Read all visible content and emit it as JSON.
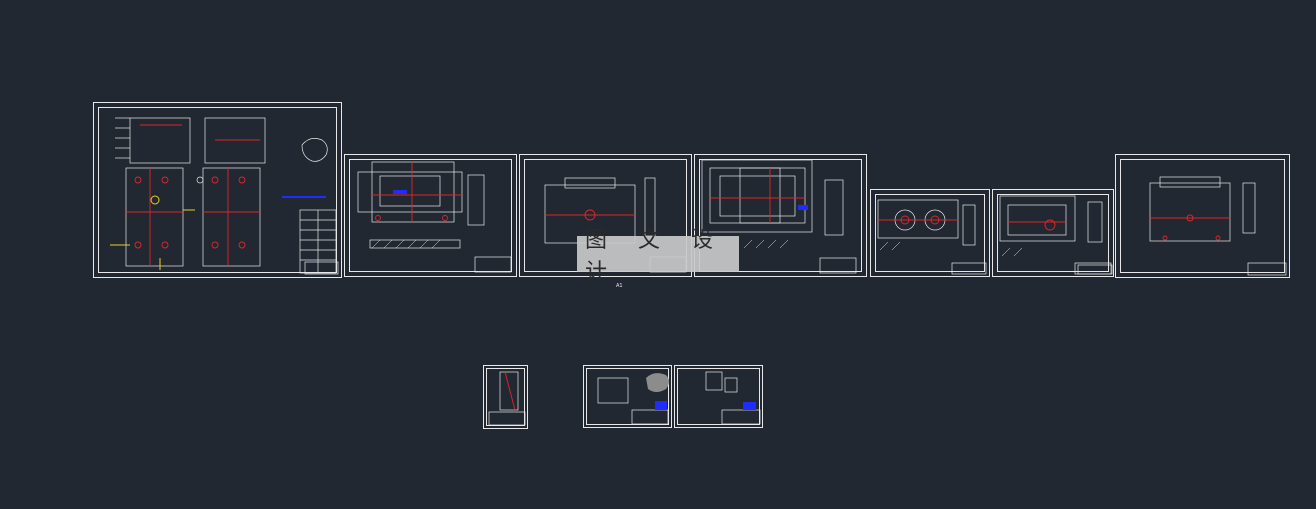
{
  "viewer": {
    "background": "#212831",
    "line_color": "#e8e8e8",
    "accent_red": "#e0262a",
    "accent_blue": "#1f2cff",
    "accent_yellow": "#e6d21e",
    "watermark_text": "图 文 设 计",
    "layout_label": "A1"
  },
  "sheets": [
    {
      "id": "assembly-drawing",
      "type": "assembly"
    },
    {
      "id": "part-drawing-2",
      "type": "part"
    },
    {
      "id": "part-drawing-3",
      "type": "part"
    },
    {
      "id": "part-drawing-4",
      "type": "part"
    },
    {
      "id": "part-drawing-5",
      "type": "part"
    },
    {
      "id": "part-drawing-6",
      "type": "part"
    },
    {
      "id": "part-drawing-7",
      "type": "part"
    },
    {
      "id": "small-drawing-1",
      "type": "detail"
    },
    {
      "id": "small-drawing-2",
      "type": "detail"
    },
    {
      "id": "small-drawing-3",
      "type": "detail"
    }
  ]
}
